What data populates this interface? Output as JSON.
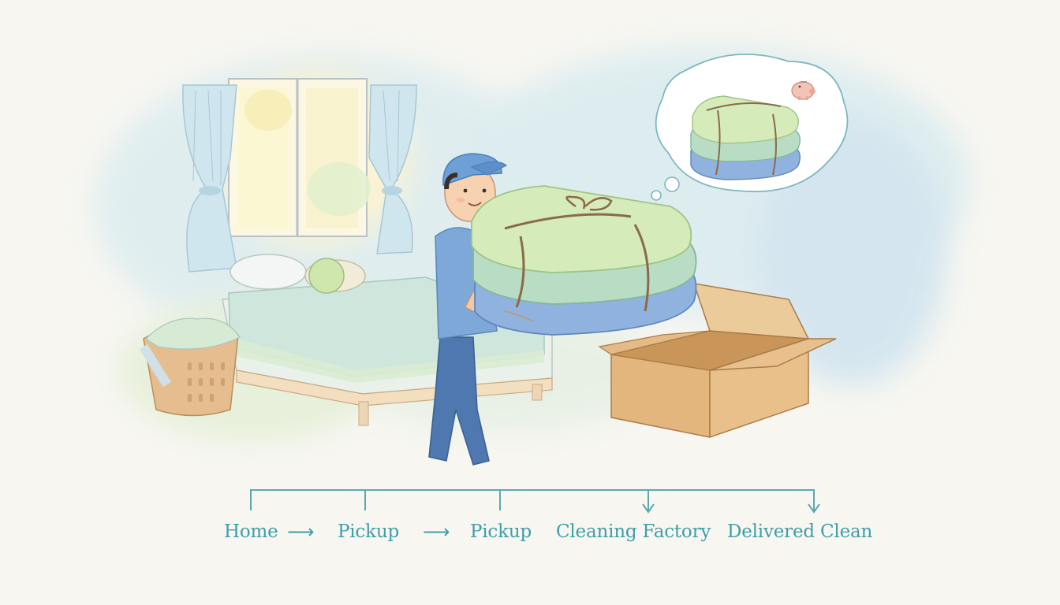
{
  "flow": {
    "steps": [
      "Home",
      "Pickup",
      "Pickup",
      "Cleaning Factory",
      "Delivered Clean"
    ],
    "arrow_glyph": "⟶"
  },
  "colors": {
    "paper": "#f7f6f1",
    "flow_teal": "#3f9ea7",
    "uniform_blue": "#6f9fd2",
    "towel_green": "#cfe6b6",
    "towel_blue": "#8fb3de",
    "cardboard": "#e0b179",
    "twine": "#8a6a48"
  },
  "icons": [
    "bed",
    "window",
    "curtain",
    "laundry-basket",
    "delivery-man",
    "towel-stack",
    "cardboard-box",
    "thought-bubble",
    "piggy-bank-icon"
  ]
}
